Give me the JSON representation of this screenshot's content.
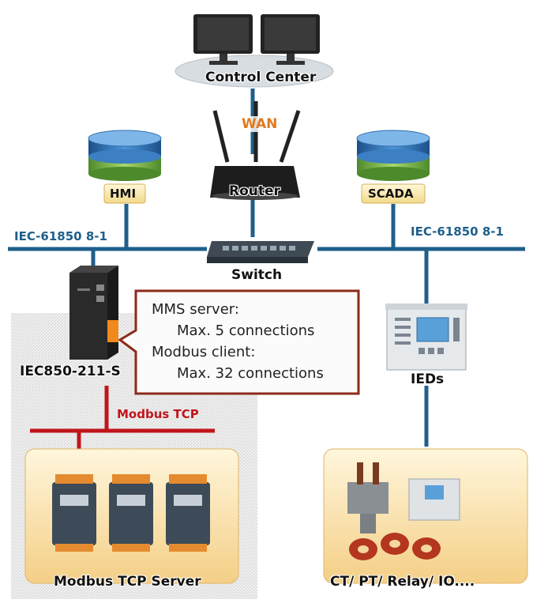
{
  "nodes": {
    "control_center": "Control Center",
    "wan": "WAN",
    "router": "Router",
    "hmi": "HMI",
    "scada": "SCADA",
    "switch": "Switch",
    "gateway": "IEC850-211-S",
    "ieds": "IEDs",
    "modbus_servers": "Modbus TCP Server",
    "field_devices": "CT/ PT/ Relay/ IO...."
  },
  "links": {
    "iec_left": "IEC-61850 8-1",
    "iec_right": "IEC-61850 8-1",
    "modbus": "Modbus TCP"
  },
  "callout": {
    "mms_title": "MMS server:",
    "mms_detail": "Max. 5 connections",
    "modbus_title": "Modbus client:",
    "modbus_detail": "Max. 32 connections"
  },
  "colors": {
    "network_line": "#1f5f8b",
    "modbus_line": "#c0151b",
    "callout_border": "#8b2b1a",
    "wan_text": "#e07a1f"
  }
}
